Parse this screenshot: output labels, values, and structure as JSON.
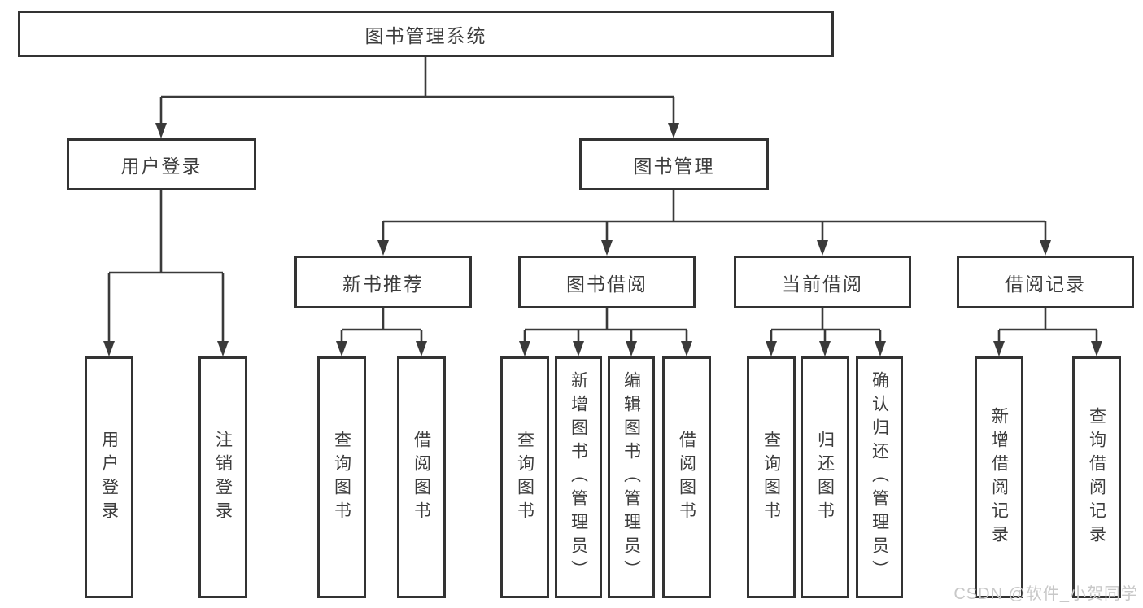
{
  "root": {
    "label": "图书管理系统"
  },
  "level2": {
    "user_login": {
      "label": "用户登录"
    },
    "book_management": {
      "label": "图书管理"
    }
  },
  "level3": {
    "new_book_recommend": {
      "label": "新书推荐"
    },
    "book_borrow": {
      "label": "图书借阅"
    },
    "current_borrow": {
      "label": "当前借阅"
    },
    "borrow_records": {
      "label": "借阅记录"
    }
  },
  "leaves": {
    "user_login": [
      "用户登录",
      "注销登录"
    ],
    "new_book_recommend": [
      "查询图书",
      "借阅图书"
    ],
    "book_borrow": [
      "查询图书",
      "新增图书（管理员）",
      "编辑图书（管理员）",
      "借阅图书"
    ],
    "current_borrow": [
      "查询图书",
      "归还图书",
      "确认归还（管理员）"
    ],
    "borrow_records": [
      "新增借阅记录",
      "查询借阅记录"
    ]
  },
  "watermark": "CSDN @软件_小贺同学",
  "colors": {
    "line": "#3a3a3a",
    "text": "#3d3d3d",
    "border": "#333333",
    "watermark": "#c8c8c8",
    "background": "#ffffff"
  }
}
